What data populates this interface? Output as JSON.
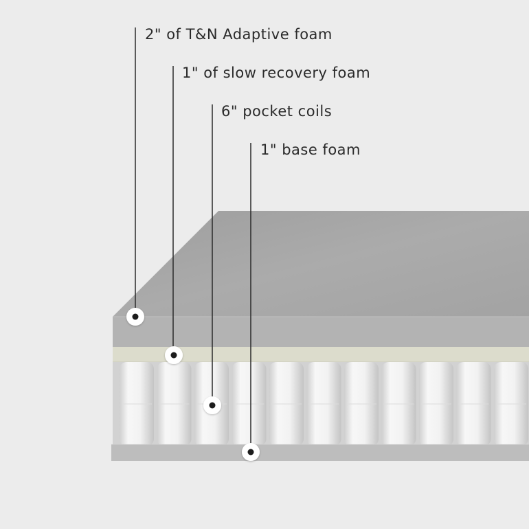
{
  "diagram": {
    "subject": "mattress cross-section",
    "callouts": [
      {
        "id": "adaptive",
        "label": "2\" of T&N Adaptive foam"
      },
      {
        "id": "slow-recovery",
        "label": "1\" of slow recovery foam"
      },
      {
        "id": "pocket-coils",
        "label": "6\" pocket coils"
      },
      {
        "id": "base",
        "label": "1\" base foam"
      }
    ],
    "colors": {
      "background": "#ececec",
      "top_foam": "#a9a9a9",
      "top_foam_face": "#b2b2b2",
      "slow_recovery_foam": "#dcdccb",
      "coil": "#f2f2f2",
      "base_foam": "#bdbdbd",
      "leader_line": "#2a2a2a",
      "marker_ring": "#ffffff",
      "marker_dot": "#1a1a1a"
    }
  }
}
